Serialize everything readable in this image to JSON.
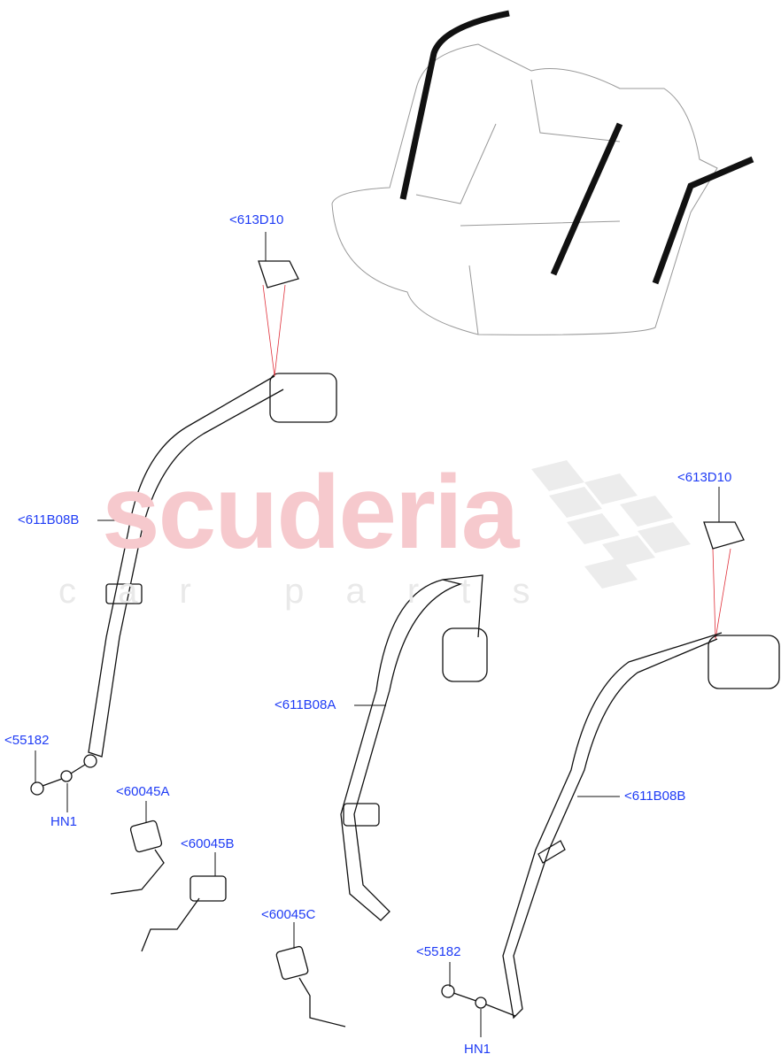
{
  "watermark": {
    "brand": "scuderia",
    "tagline": "c a r   p a r t s"
  },
  "colors": {
    "label": "#1f3cf5",
    "guide_line": "#e0303a",
    "parts_line": "#000000",
    "watermark": "#f6c9cd"
  },
  "callouts": [
    {
      "id": "613D10-left",
      "text": "<613D10"
    },
    {
      "id": "613D10-right",
      "text": "<613D10"
    },
    {
      "id": "611B08B-left",
      "text": "<611B08B"
    },
    {
      "id": "611B08B-right",
      "text": "<611B08B"
    },
    {
      "id": "611B08A",
      "text": "<611B08A"
    },
    {
      "id": "55182-left",
      "text": "<55182"
    },
    {
      "id": "55182-right",
      "text": "<55182"
    },
    {
      "id": "HN1-left",
      "text": "HN1"
    },
    {
      "id": "HN1-right",
      "text": "HN1"
    },
    {
      "id": "60045A",
      "text": "<60045A"
    },
    {
      "id": "60045B",
      "text": "<60045B"
    },
    {
      "id": "60045C",
      "text": "<60045C"
    }
  ]
}
